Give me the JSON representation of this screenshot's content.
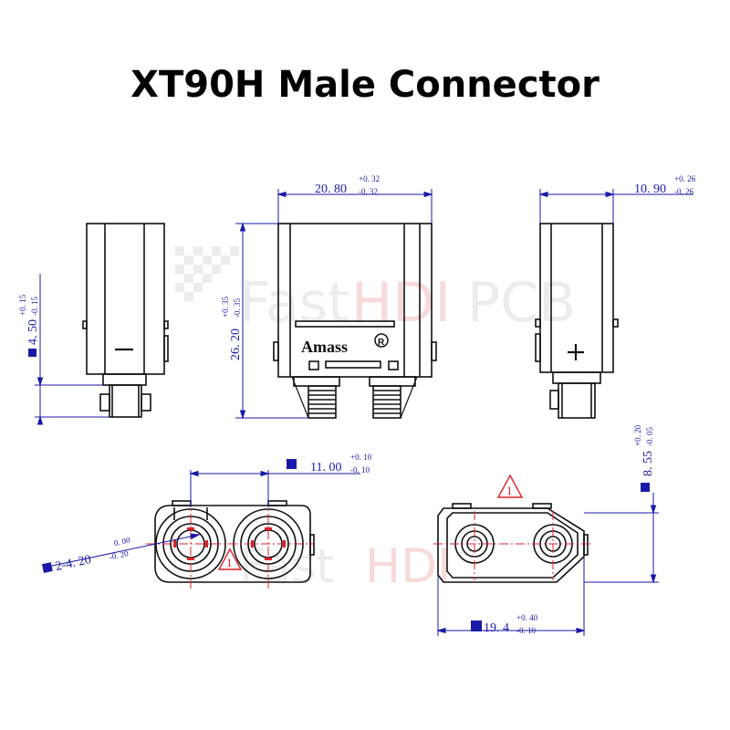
{
  "title": "XT90H  Male Connector",
  "watermark": {
    "text_gray": "Fast",
    "text_red": "HDI",
    "text_gray2": "PCB"
  },
  "brand": "Amass",
  "brand_mark": "R",
  "polarity": {
    "negative": "−",
    "positive": "+"
  },
  "warning_symbol": "1",
  "dimensions": {
    "width_top": {
      "value": "20. 80",
      "upper": "+0. 32",
      "lower": "-0. 32"
    },
    "depth_top": {
      "value": "10. 90",
      "upper": "+0. 26",
      "lower": "-0. 26"
    },
    "height": {
      "value": "26. 20",
      "upper": "+0. 35",
      "lower": "-0. 35"
    },
    "pin_len": {
      "value": "4. 50",
      "upper": "+0. 15",
      "lower": "-0. 15"
    },
    "pitch": {
      "value": "11. 00",
      "upper": "+0. 10",
      "lower": "-0. 10"
    },
    "hole_dia": {
      "value": "2-4. 20",
      "upper": "0. 00",
      "lower": "-0. 20"
    },
    "right_h": {
      "value": "8. 55",
      "upper": "+0. 20",
      "lower": "-0. 05"
    },
    "bottom_w": {
      "value": "19. 4",
      "upper": "+0. 40",
      "lower": "-0. 10"
    }
  },
  "colors": {
    "outline": "#111111",
    "dimension": "#1a1aa8",
    "centerline": "#e0202a",
    "watermark_gray": "#e8e8e8",
    "watermark_red": "#f6d4d4"
  }
}
